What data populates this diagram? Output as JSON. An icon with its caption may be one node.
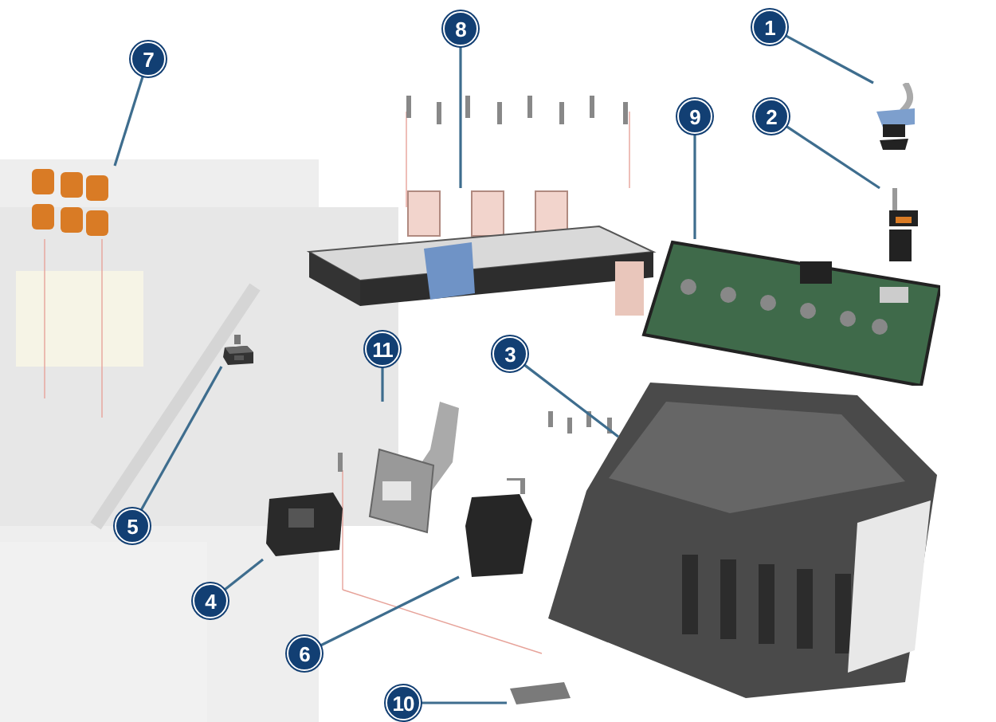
{
  "diagram": {
    "nodes": [
      {
        "text": [
          "8"
        ]
      },
      {
        "text": [
          "1"
        ]
      },
      {
        "text": [
          "7"
        ]
      },
      {
        "text": [
          "9"
        ]
      },
      {
        "text": [
          "2"
        ]
      },
      {
        "text": [
          "11"
        ]
      },
      {
        "text": [
          "3"
        ]
      },
      {
        "text": [
          "5"
        ]
      },
      {
        "text": [
          "4"
        ]
      },
      {
        "text": [
          "6"
        ]
      },
      {
        "text": [
          "10"
        ]
      },
      {
        "text": [],
        "shape": "picture"
      },
      {
        "text": [],
        "shape": "picture"
      },
      {
        "text": [],
        "shape": "picture"
      },
      {
        "text": [],
        "shape": "picture"
      },
      {
        "text": [],
        "shape": "picture"
      },
      {
        "text": [],
        "shape": "picture"
      },
      {
        "text": [],
        "shape": "picture"
      },
      {
        "text": [],
        "shape": "picture"
      },
      {
        "text": [],
        "shape": "picture"
      },
      {
        "text": [],
        "shape": "picture"
      },
      {
        "text": [],
        "shape": "picture"
      }
    ],
    "edges": [
      {
        "from": 0,
        "to": 11,
        "arrow": "none"
      },
      {
        "from": 1,
        "to": 12,
        "arrow": "none"
      },
      {
        "from": 2,
        "to": 13,
        "arrow": "none"
      },
      {
        "from": 3,
        "to": 14,
        "arrow": "none"
      },
      {
        "from": 4,
        "to": 15,
        "arrow": "none"
      },
      {
        "from": 5,
        "to": 16,
        "arrow": "none"
      },
      {
        "from": 6,
        "to": 17,
        "arrow": "none"
      },
      {
        "from": 7,
        "to": 18,
        "arrow": "none"
      },
      {
        "from": 8,
        "to": 19,
        "arrow": "none"
      },
      {
        "from": 9,
        "to": 20,
        "arrow": "none"
      },
      {
        "from": 10,
        "to": 21,
        "arrow": "none"
      }
    ]
  }
}
